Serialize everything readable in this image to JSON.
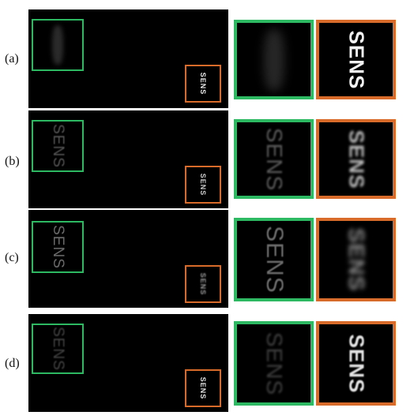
{
  "labels": {
    "a": "(a)",
    "b": "(b)",
    "c": "(c)",
    "d": "(d)"
  },
  "panel_text": {
    "b_green": "SENS",
    "c_green": "SENS",
    "d_green": "SENS",
    "a_orange": "SENS",
    "b_orange": "SENS",
    "c_orange": "SENS",
    "d_orange": "SENS"
  },
  "colors": {
    "green_box": "#2db862",
    "orange_box": "#d86a2a",
    "panel_background": "#000000"
  }
}
